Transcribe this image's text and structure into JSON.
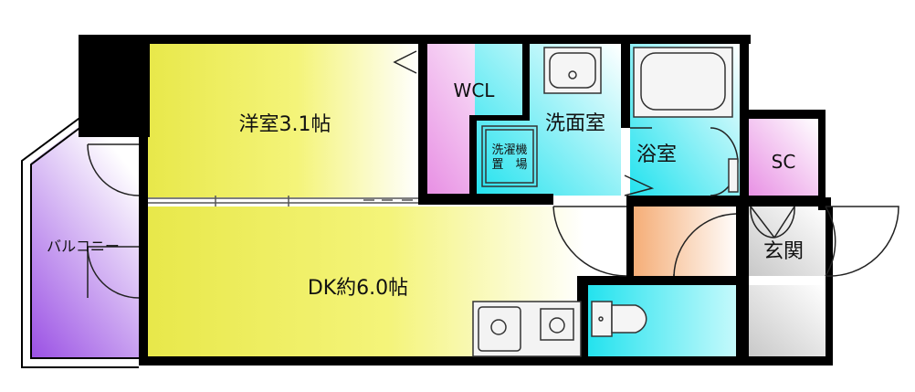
{
  "floor_plan": {
    "rooms": {
      "western_room": "洋室3.1帖",
      "dk": "DK約6.0帖",
      "wcl": "WCL",
      "washroom": "洗面室",
      "bath": "浴室",
      "sc": "SC",
      "entrance": "玄関",
      "balcony": "バルコニー",
      "washer_line1": "洗濯機",
      "washer_line2": "置　場"
    },
    "colors": {
      "wall": "#000000",
      "western_room": "#f2f25a",
      "dk": "#f2f25a",
      "wcl": "#f0a0ea",
      "washroom": "#3ee6ee",
      "bath": "#3ee6ee",
      "toilet": "#3ee6ee",
      "sc": "#f0a0ea",
      "entrance": "#d9d9d9",
      "hall": "#f6b27c",
      "balcony": "#a25ae8"
    }
  }
}
